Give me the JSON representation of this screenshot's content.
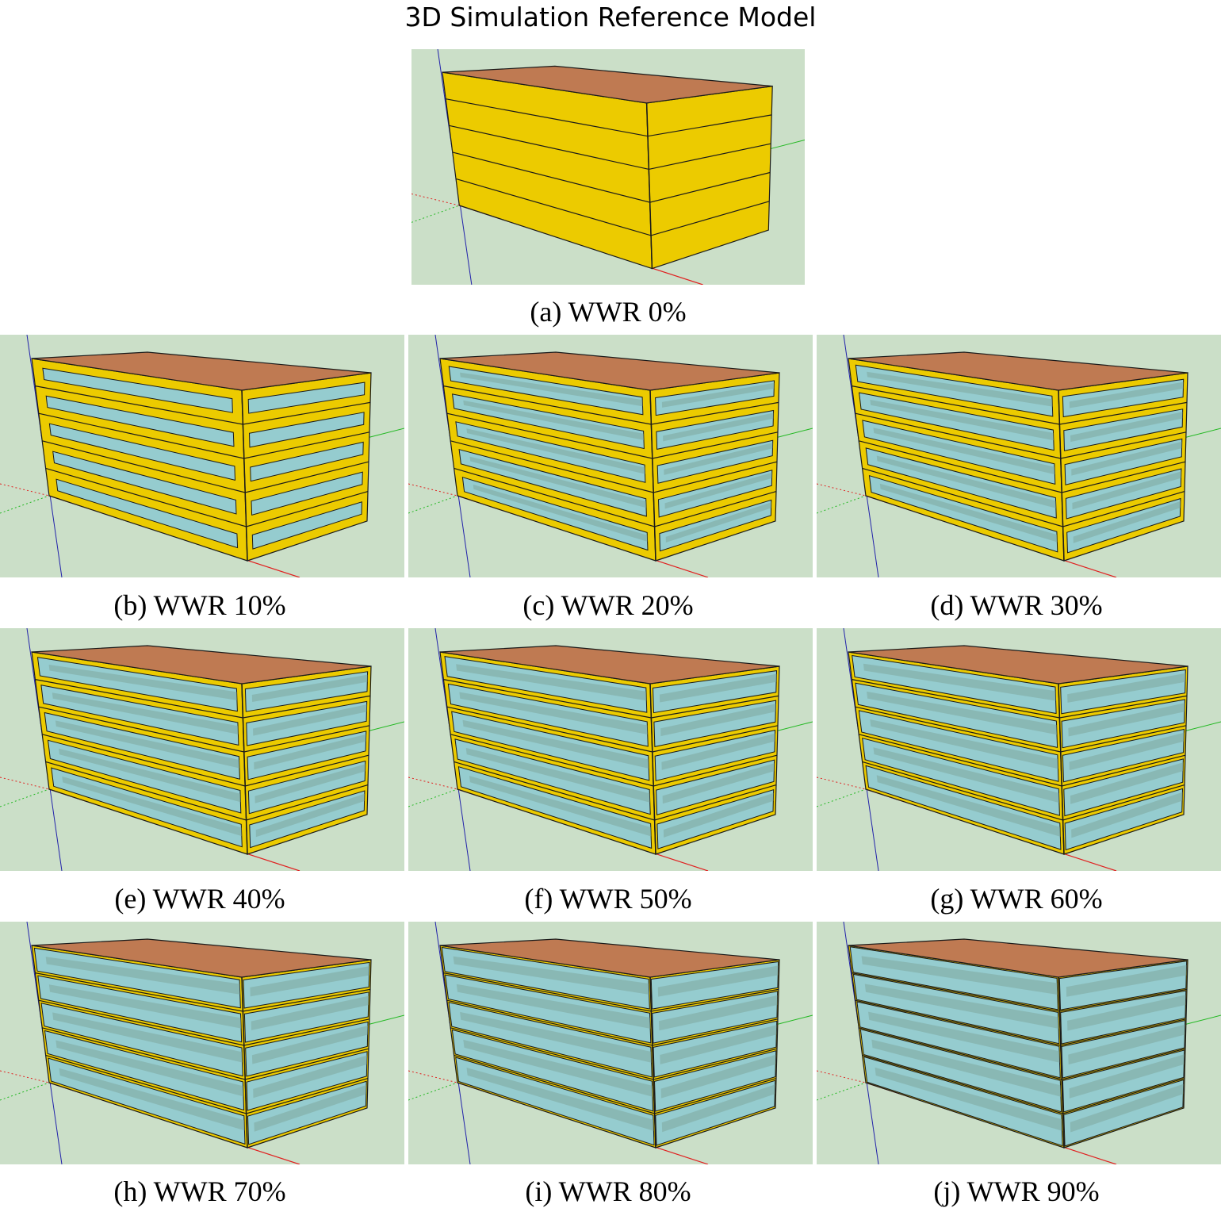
{
  "title": "3D Simulation Reference Model",
  "colors": {
    "background": "#cbdfc8",
    "roof": "#bf7a52",
    "wall": "#eccb00",
    "glass": "#95cccf",
    "glass_dark": "#7fa79f",
    "axis_red": "#e02020",
    "axis_green": "#22b822",
    "axis_blue": "#2222aa",
    "edge": "#1a1a1a"
  },
  "panels": [
    {
      "id": "a",
      "caption": "(a) WWR 0%",
      "wwr": 0
    },
    {
      "id": "b",
      "caption": "(b) WWR 10%",
      "wwr": 10
    },
    {
      "id": "c",
      "caption": "(c) WWR 20%",
      "wwr": 20
    },
    {
      "id": "d",
      "caption": "(d) WWR 30%",
      "wwr": 30
    },
    {
      "id": "e",
      "caption": "(e) WWR 40%",
      "wwr": 40
    },
    {
      "id": "f",
      "caption": "(f) WWR 50%",
      "wwr": 50
    },
    {
      "id": "g",
      "caption": "(g) WWR 60%",
      "wwr": 60
    },
    {
      "id": "h",
      "caption": "(h) WWR 70%",
      "wwr": 70
    },
    {
      "id": "i",
      "caption": "(i) WWR 80%",
      "wwr": 80
    },
    {
      "id": "j",
      "caption": "(j) WWR 90%",
      "wwr": 90
    }
  ]
}
